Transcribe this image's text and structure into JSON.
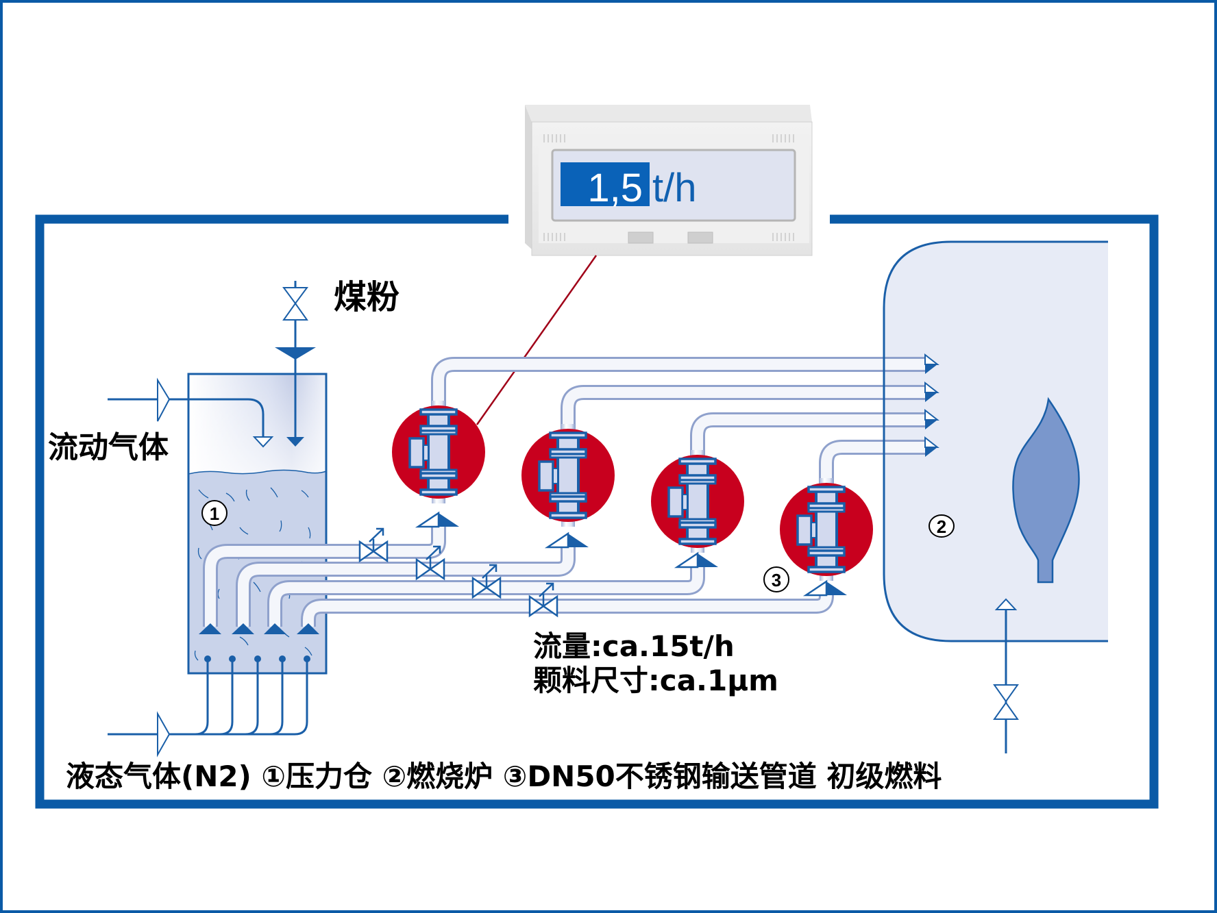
{
  "colors": {
    "frame_blue": "#0a5aa6",
    "line_blue": "#1a5fa8",
    "meter_red": "#c8001e",
    "tank_fill": "#c9d3ea",
    "furnace_fill": "#e7ebf6",
    "flame_fill": "#7a97cc",
    "display_bg": "#dfe3f0",
    "display_highlight": "#0a62b8"
  },
  "display": {
    "value": "1,5",
    "unit": "t/h"
  },
  "labels": {
    "coal_powder": "煤粉",
    "fluidizing_gas": "流动气体",
    "marker_1": "1",
    "marker_2": "2",
    "marker_3": "3"
  },
  "specs": {
    "flow": "流量:ca.15t/h",
    "particle_size": "颗料尺寸:ca.1μm"
  },
  "legend": {
    "text": "液态气体(N2) ①压力仓 ②燃烧炉 ③DN50不锈钢输送管道 初级燃料",
    "items": [
      "液态气体(N2)",
      "①压力仓",
      "②燃烧炉",
      "③DN50不锈钢输送管道",
      "初级燃料"
    ]
  },
  "icons": {
    "flow_meter": "electromagnetic-flow-meter-icon",
    "valve": "gate-valve-icon",
    "control_valve": "control-valve-icon",
    "flame": "flame-icon",
    "arrow": "flow-arrow-icon"
  }
}
